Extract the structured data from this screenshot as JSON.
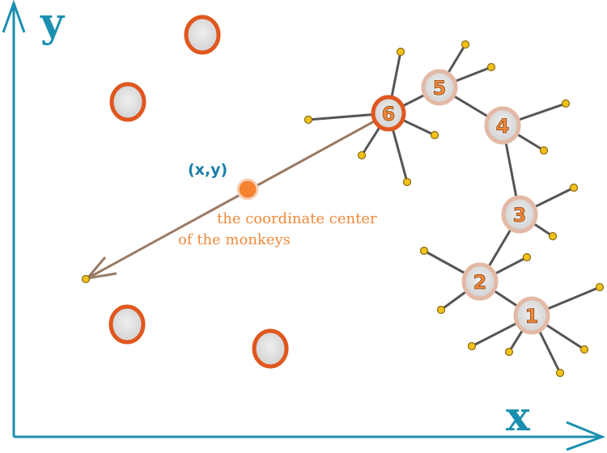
{
  "axes": {
    "x_label": "x",
    "y_label": "y"
  },
  "center": {
    "coord_label": "(x,y)",
    "caption_line1": "the coordinate center",
    "caption_line2": "of the monkeys"
  },
  "chain_nodes": [
    {
      "id": "1",
      "label": "1"
    },
    {
      "id": "2",
      "label": "2"
    },
    {
      "id": "3",
      "label": "3"
    },
    {
      "id": "4",
      "label": "4"
    },
    {
      "id": "5",
      "label": "5"
    },
    {
      "id": "6",
      "label": "6"
    }
  ],
  "colors": {
    "axis": "#1a8fb0",
    "node_fill": "#d8d8d8",
    "node_ring_orange": "#e0571f",
    "node_ring_pale": "#e3b9a6",
    "link_line": "#555555",
    "leaf_dot": "#f2c21a",
    "center_dot": "#f58332",
    "arrow": "#9a7a64"
  }
}
